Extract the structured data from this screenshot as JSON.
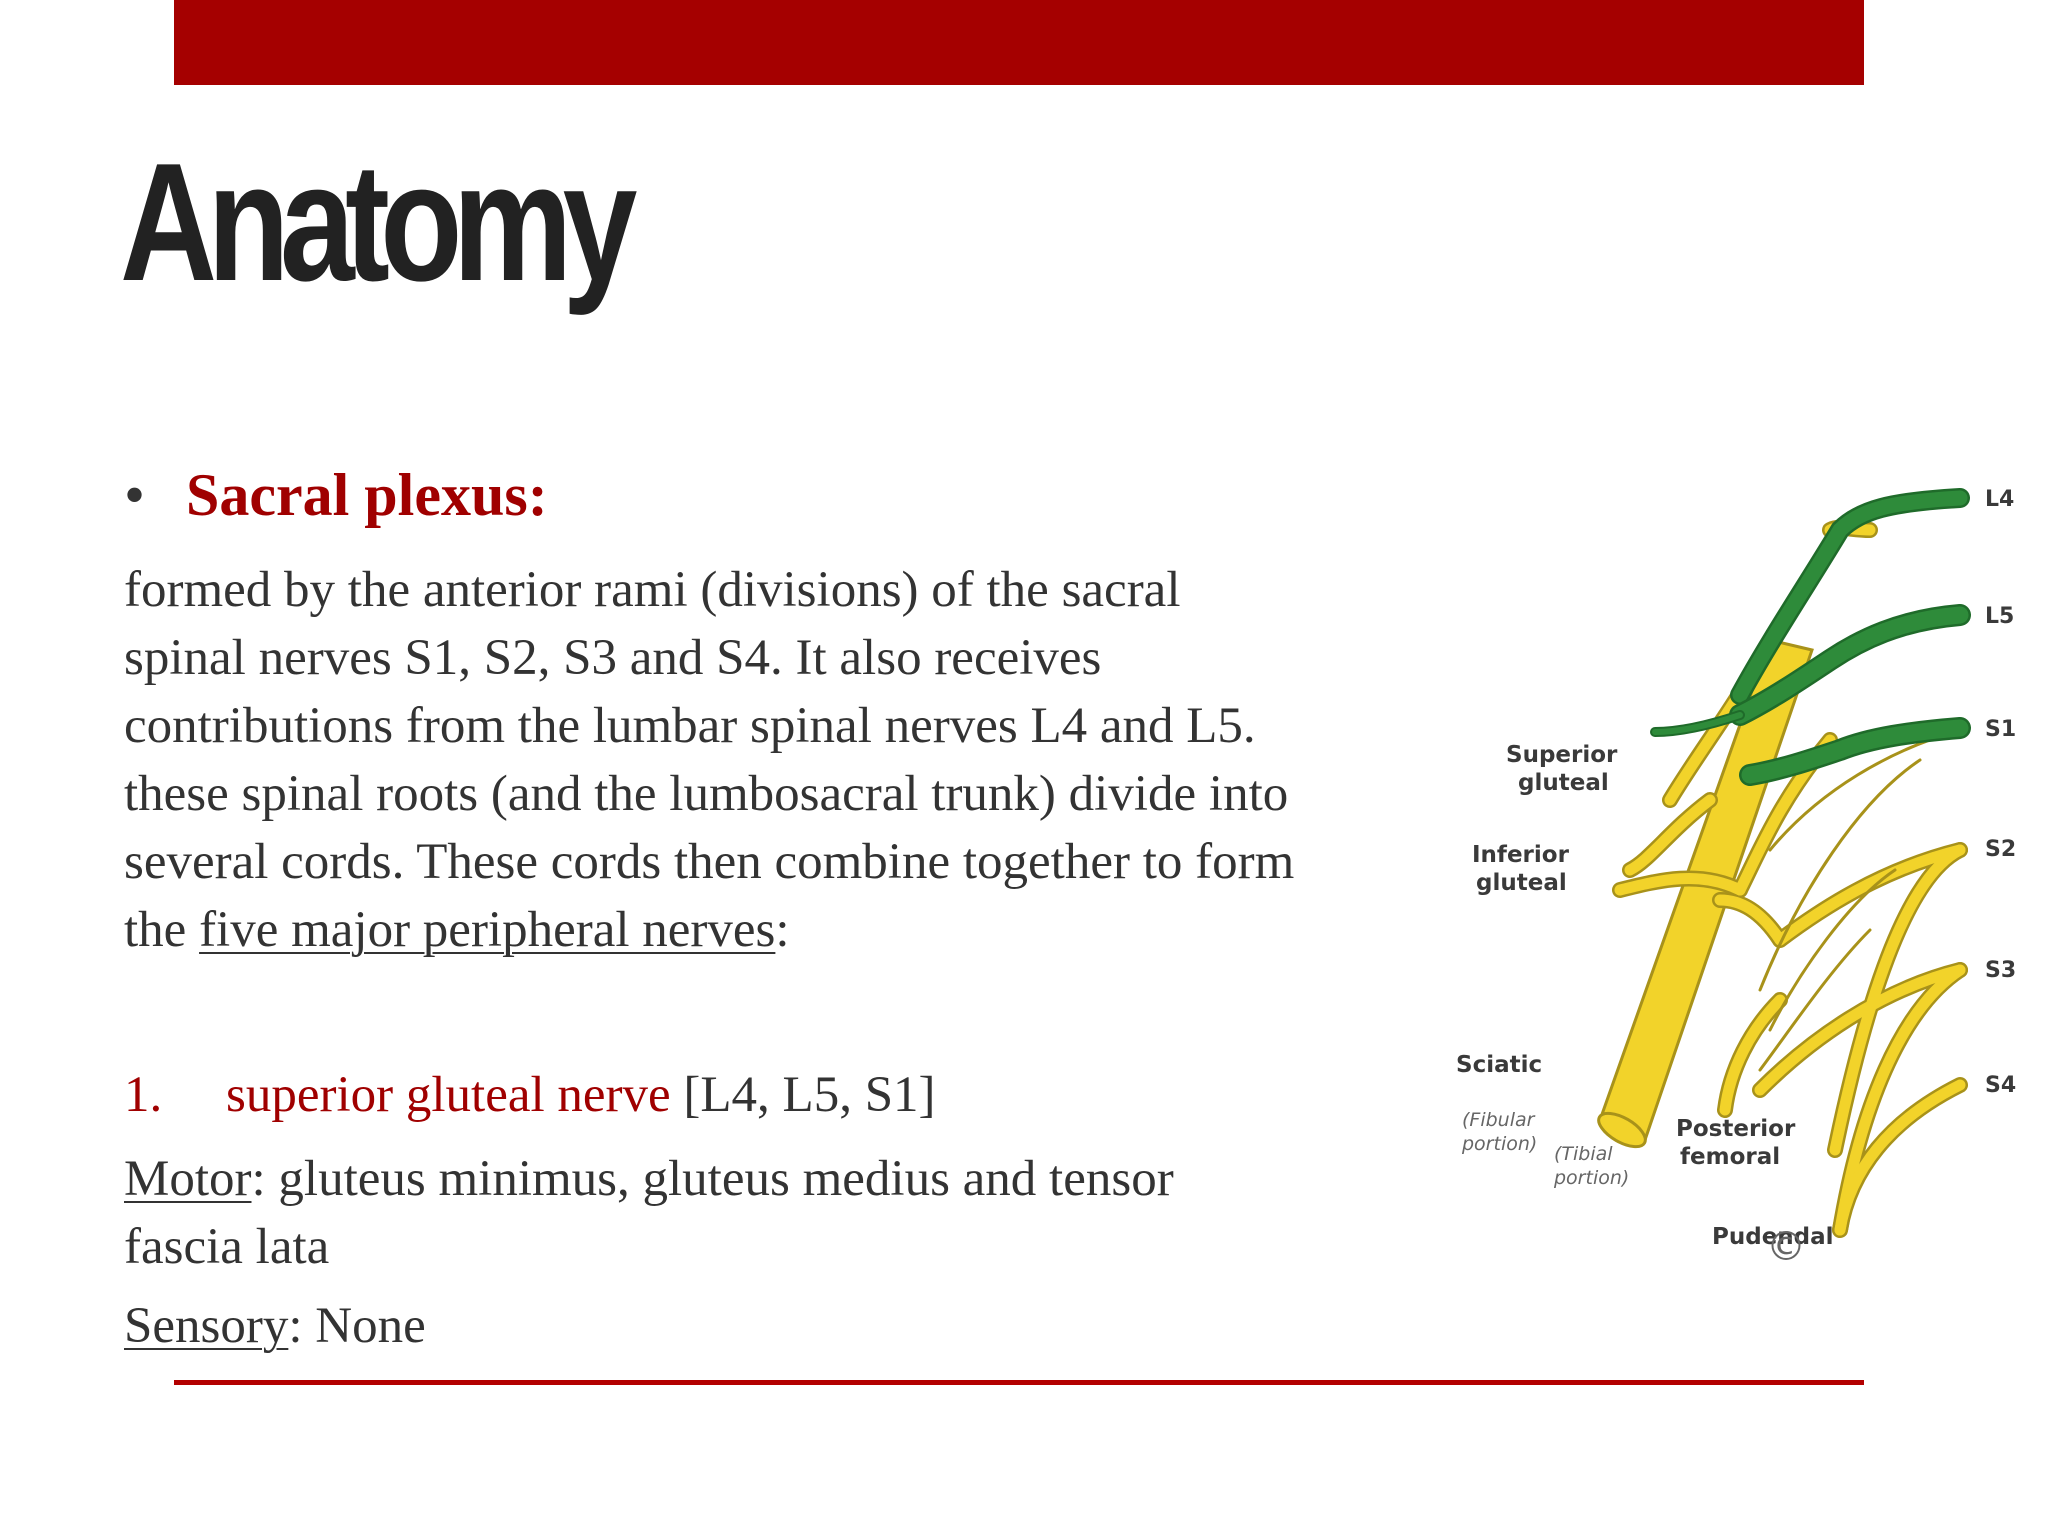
{
  "slide": {
    "title": "Anatomy",
    "bullet": {
      "marker": "•",
      "heading": "Sacral plexus:"
    },
    "paragraph": {
      "line1": "formed by the anterior rami (divisions) of the sacral",
      "line2": "spinal nerves S1, S2, S3 and S4. It also receives",
      "line3": "contributions from the lumbar spinal nerves L4 and L5.",
      "line4": "these spinal roots (and the lumbosacral trunk) divide into",
      "line5": "several cords. These cords then combine together to form",
      "line6_prefix": "the ",
      "line6_link": "five major peripheral nerves",
      "line6_suffix": ":"
    },
    "item1": {
      "number": "1.",
      "name": "superior gluteal nerve",
      "roots": " [L4, L5, S1]"
    },
    "motor": {
      "label": "Motor",
      "text1": ": gluteus minimus, gluteus medius and tensor",
      "text2": "fascia lata"
    },
    "sensory": {
      "label": "Sensory",
      "text": ": None"
    }
  },
  "diagram": {
    "roots": [
      "L4",
      "L5",
      "S1",
      "S2",
      "S3",
      "S4"
    ],
    "labels": {
      "superior_gluteal_1": "Superior",
      "superior_gluteal_2": "gluteal",
      "inferior_gluteal_1": "Inferior",
      "inferior_gluteal_2": "gluteal",
      "sciatic": "Sciatic",
      "fibular_1": "(Fibular",
      "fibular_2": "portion)",
      "tibial_1": "(Tibial",
      "tibial_2": "portion)",
      "posterior_femoral_1": "Posterior",
      "posterior_femoral_2": "femoral",
      "pudendal": "Pudendal",
      "copyright": "©"
    },
    "colors": {
      "lumbar_root": "#2e8b3a",
      "nerve": "#f2d32a",
      "nerve_outline": "#a8921a"
    }
  }
}
